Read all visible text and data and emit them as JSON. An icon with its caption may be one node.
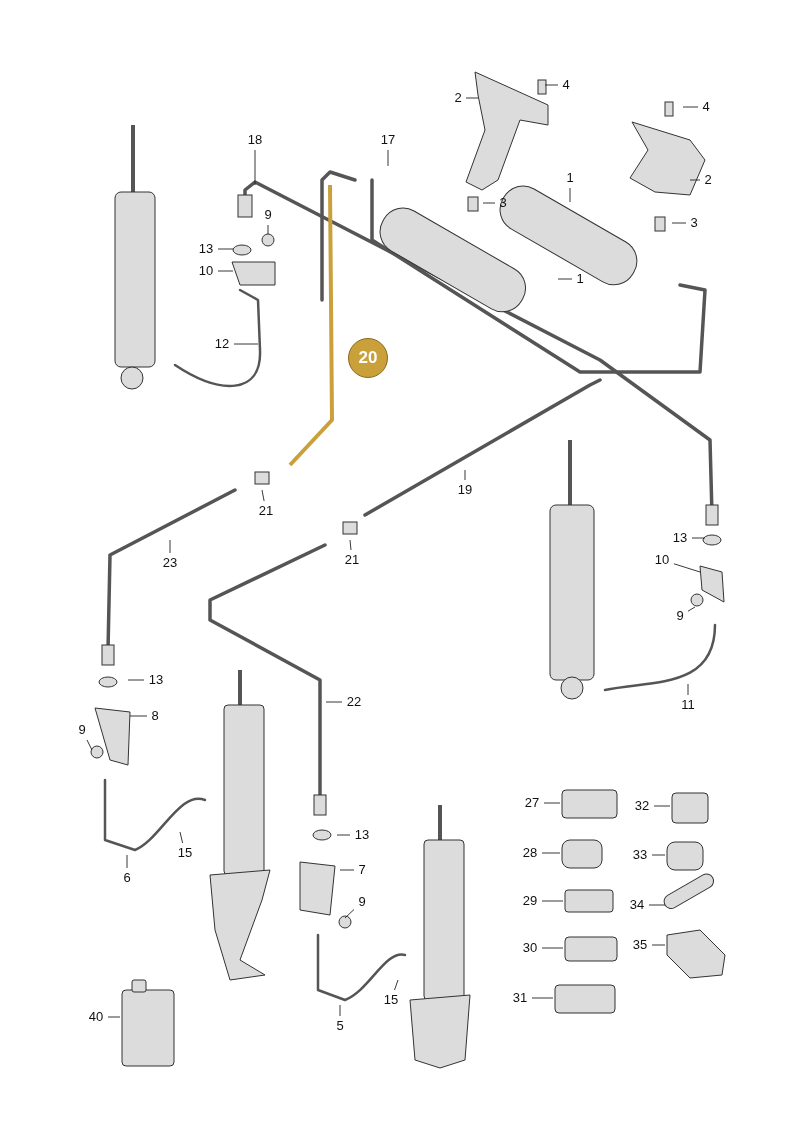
{
  "diagram": {
    "nodes": [
      {
        "text": [
          "4"
        ]
      },
      {
        "text": [
          "2"
        ]
      },
      {
        "text": [
          "4"
        ]
      },
      {
        "text": [
          "18"
        ]
      },
      {
        "text": [
          "17"
        ]
      },
      {
        "text": [
          "1"
        ]
      },
      {
        "text": [
          "2"
        ]
      },
      {
        "text": [
          "3"
        ]
      },
      {
        "text": [
          "9"
        ]
      },
      {
        "text": [
          "3"
        ]
      },
      {
        "text": [
          "13"
        ]
      },
      {
        "text": [
          "10"
        ]
      },
      {
        "text": [
          "1"
        ]
      },
      {
        "text": [
          "12"
        ]
      },
      {
        "text": [
          "20"
        ]
      },
      {
        "text": [
          "19"
        ]
      },
      {
        "text": [
          "21"
        ]
      },
      {
        "text": [
          "13"
        ]
      },
      {
        "text": [
          "21"
        ]
      },
      {
        "text": [
          "10"
        ]
      },
      {
        "text": [
          "23"
        ]
      },
      {
        "text": [
          "9"
        ]
      },
      {
        "text": [
          "13"
        ]
      },
      {
        "text": [
          "22"
        ]
      },
      {
        "text": [
          "11"
        ]
      },
      {
        "text": [
          "8"
        ]
      },
      {
        "text": [
          "9"
        ]
      },
      {
        "text": [
          "27"
        ]
      },
      {
        "text": [
          "32"
        ]
      },
      {
        "text": [
          "13"
        ]
      },
      {
        "text": [
          "15"
        ]
      },
      {
        "text": [
          "28"
        ]
      },
      {
        "text": [
          "33"
        ]
      },
      {
        "text": [
          "7"
        ]
      },
      {
        "text": [
          "6"
        ]
      },
      {
        "text": [
          "29"
        ]
      },
      {
        "text": [
          "9"
        ]
      },
      {
        "text": [
          "34"
        ]
      },
      {
        "text": [
          "35"
        ]
      },
      {
        "text": [
          "30"
        ]
      },
      {
        "text": [
          "31"
        ]
      },
      {
        "text": [
          "15"
        ]
      },
      {
        "text": [
          "40"
        ]
      },
      {
        "text": [
          "5"
        ]
      }
    ],
    "edges": [
      {
        "from": 0,
        "to": null,
        "arrow": "none"
      },
      {
        "from": 1,
        "to": null,
        "arrow": "none"
      },
      {
        "from": 2,
        "to": null,
        "arrow": "none"
      },
      {
        "from": 3,
        "to": null,
        "arrow": "none"
      },
      {
        "from": 4,
        "to": null,
        "arrow": "none"
      },
      {
        "from": 5,
        "to": null,
        "arrow": "none"
      },
      {
        "from": 6,
        "to": null,
        "arrow": "none"
      },
      {
        "from": 7,
        "to": null,
        "arrow": "none"
      },
      {
        "from": 8,
        "to": null,
        "arrow": "none"
      },
      {
        "from": 9,
        "to": null,
        "arrow": "none"
      },
      {
        "from": 10,
        "to": null,
        "arrow": "none"
      },
      {
        "from": 11,
        "to": null,
        "arrow": "none"
      },
      {
        "from": 12,
        "to": null,
        "arrow": "none"
      },
      {
        "from": 13,
        "to": null,
        "arrow": "none"
      },
      {
        "from": 15,
        "to": null,
        "arrow": "none"
      },
      {
        "from": 16,
        "to": null,
        "arrow": "none"
      },
      {
        "from": 17,
        "to": null,
        "arrow": "none"
      },
      {
        "from": 18,
        "to": null,
        "arrow": "none"
      },
      {
        "from": 19,
        "to": null,
        "arrow": "none"
      },
      {
        "from": 20,
        "to": null,
        "arrow": "none"
      },
      {
        "from": 21,
        "to": null,
        "arrow": "none"
      },
      {
        "from": 22,
        "to": null,
        "arrow": "none"
      },
      {
        "from": 23,
        "to": null,
        "arrow": "none"
      },
      {
        "from": 24,
        "to": null,
        "arrow": "none"
      },
      {
        "from": 25,
        "to": null,
        "arrow": "none"
      },
      {
        "from": 26,
        "to": null,
        "arrow": "none"
      },
      {
        "from": 27,
        "to": null,
        "arrow": "none"
      },
      {
        "from": 28,
        "to": null,
        "arrow": "none"
      },
      {
        "from": 29,
        "to": null,
        "arrow": "none"
      },
      {
        "from": 30,
        "to": null,
        "arrow": "none"
      },
      {
        "from": 31,
        "to": null,
        "arrow": "none"
      },
      {
        "from": 32,
        "to": null,
        "arrow": "none"
      },
      {
        "from": 33,
        "to": null,
        "arrow": "none"
      },
      {
        "from": 34,
        "to": null,
        "arrow": "none"
      },
      {
        "from": 35,
        "to": null,
        "arrow": "none"
      },
      {
        "from": 36,
        "to": null,
        "arrow": "none"
      },
      {
        "from": 37,
        "to": null,
        "arrow": "none"
      },
      {
        "from": 38,
        "to": null,
        "arrow": "none"
      },
      {
        "from": 39,
        "to": null,
        "arrow": "none"
      },
      {
        "from": 40,
        "to": null,
        "arrow": "none"
      },
      {
        "from": 41,
        "to": null,
        "arrow": "none"
      },
      {
        "from": 42,
        "to": null,
        "arrow": "none"
      },
      {
        "from": 43,
        "to": null,
        "arrow": "none"
      }
    ]
  }
}
